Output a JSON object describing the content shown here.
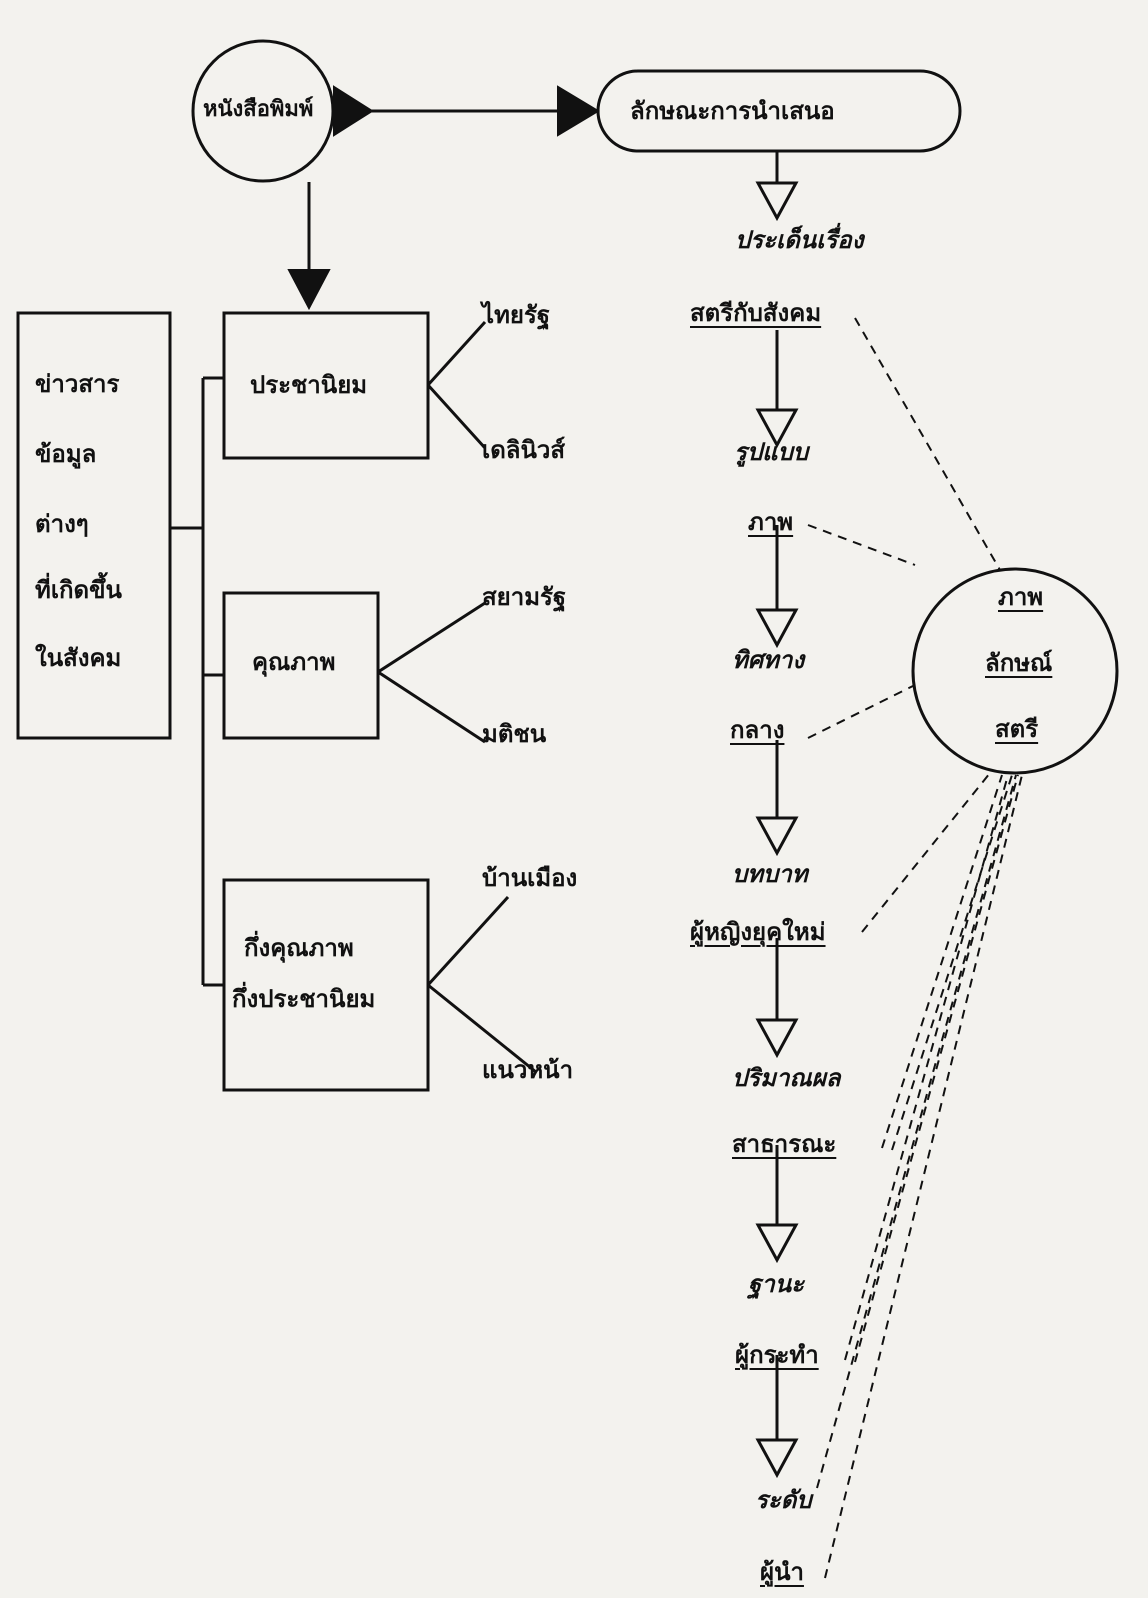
{
  "source": {
    "name": "หนังสือพิมพ์"
  },
  "presentation": {
    "title": "ลักษณะการนำเสนอ"
  },
  "news_box": {
    "lines": [
      "ข่าวสาร",
      "ข้อมูล",
      "ต่างๆ",
      "ที่เกิดขึ้น",
      "ในสังคม"
    ]
  },
  "categories": [
    {
      "label": "ประชานิยม",
      "papers": [
        "ไทยรัฐ",
        "เดลินิวส์"
      ]
    },
    {
      "label": "คุณภาพ",
      "papers": [
        "สยามรัฐ",
        "มติชน"
      ]
    },
    {
      "label_lines": [
        "กึ่งคุณภาพ",
        "กึ่งประชานิยม"
      ],
      "papers": [
        "บ้านเมือง",
        "แนวหน้า"
      ]
    }
  ],
  "flow": [
    {
      "heading": "ประเด็นเรื่อง",
      "value": "สตรีกับสังคม"
    },
    {
      "heading": "รูปแบบ",
      "value": "ภาพ"
    },
    {
      "heading": "ทิศทาง",
      "value": "กลาง"
    },
    {
      "heading": "บทบาท",
      "value": "ผู้หญิงยุคใหม่"
    },
    {
      "heading": "ปริมาณผล",
      "value": "สาธารณะ"
    },
    {
      "heading": "ฐานะ",
      "value": "ผู้กระทำ"
    },
    {
      "heading": "ระดับ",
      "value": "ผู้นำ"
    }
  ],
  "image_circle": {
    "lines": [
      "ภาพ",
      "ลักษณ์",
      "สตรี"
    ]
  }
}
